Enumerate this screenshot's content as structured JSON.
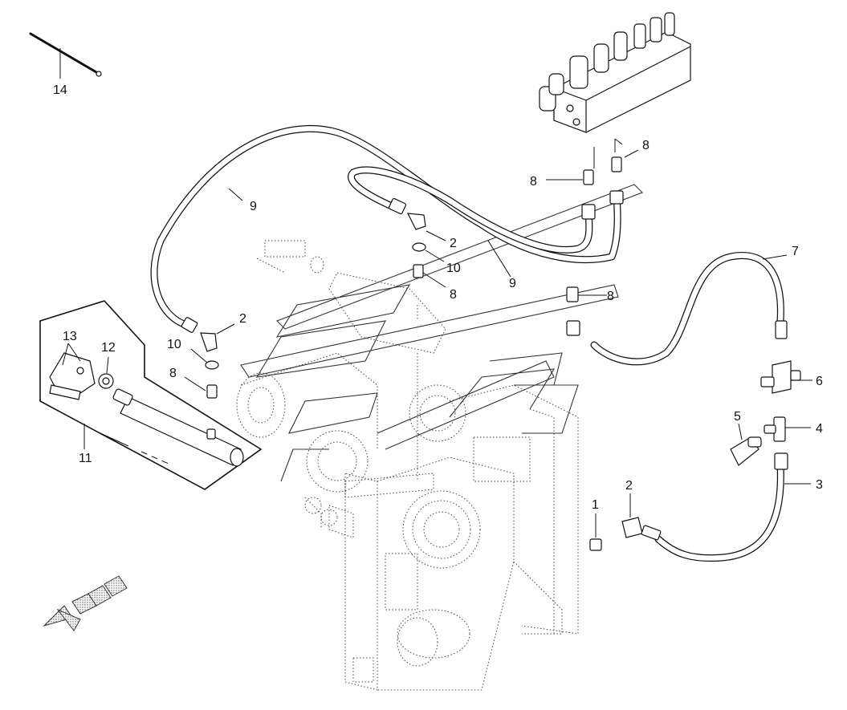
{
  "callouts": {
    "c1": "1",
    "c2_top": "2",
    "c2_left": "2",
    "c2_bottom": "2",
    "c3": "3",
    "c4": "4",
    "c5": "5",
    "c6": "6",
    "c7": "7",
    "c8_valve_left": "8",
    "c8_valve_right": "8",
    "c8_center": "8",
    "c8_right": "8",
    "c8_left": "8",
    "c9_left": "9",
    "c9_center": "9",
    "c10_center": "10",
    "c10_left": "10",
    "c11": "11",
    "c12": "12",
    "c13": "13",
    "c14": "14"
  },
  "colors": {
    "ink": "#111111",
    "paper": "#ffffff",
    "stipple": "#888888"
  },
  "icons": {
    "direction_arrow": "front-direction-arrow-icon"
  }
}
